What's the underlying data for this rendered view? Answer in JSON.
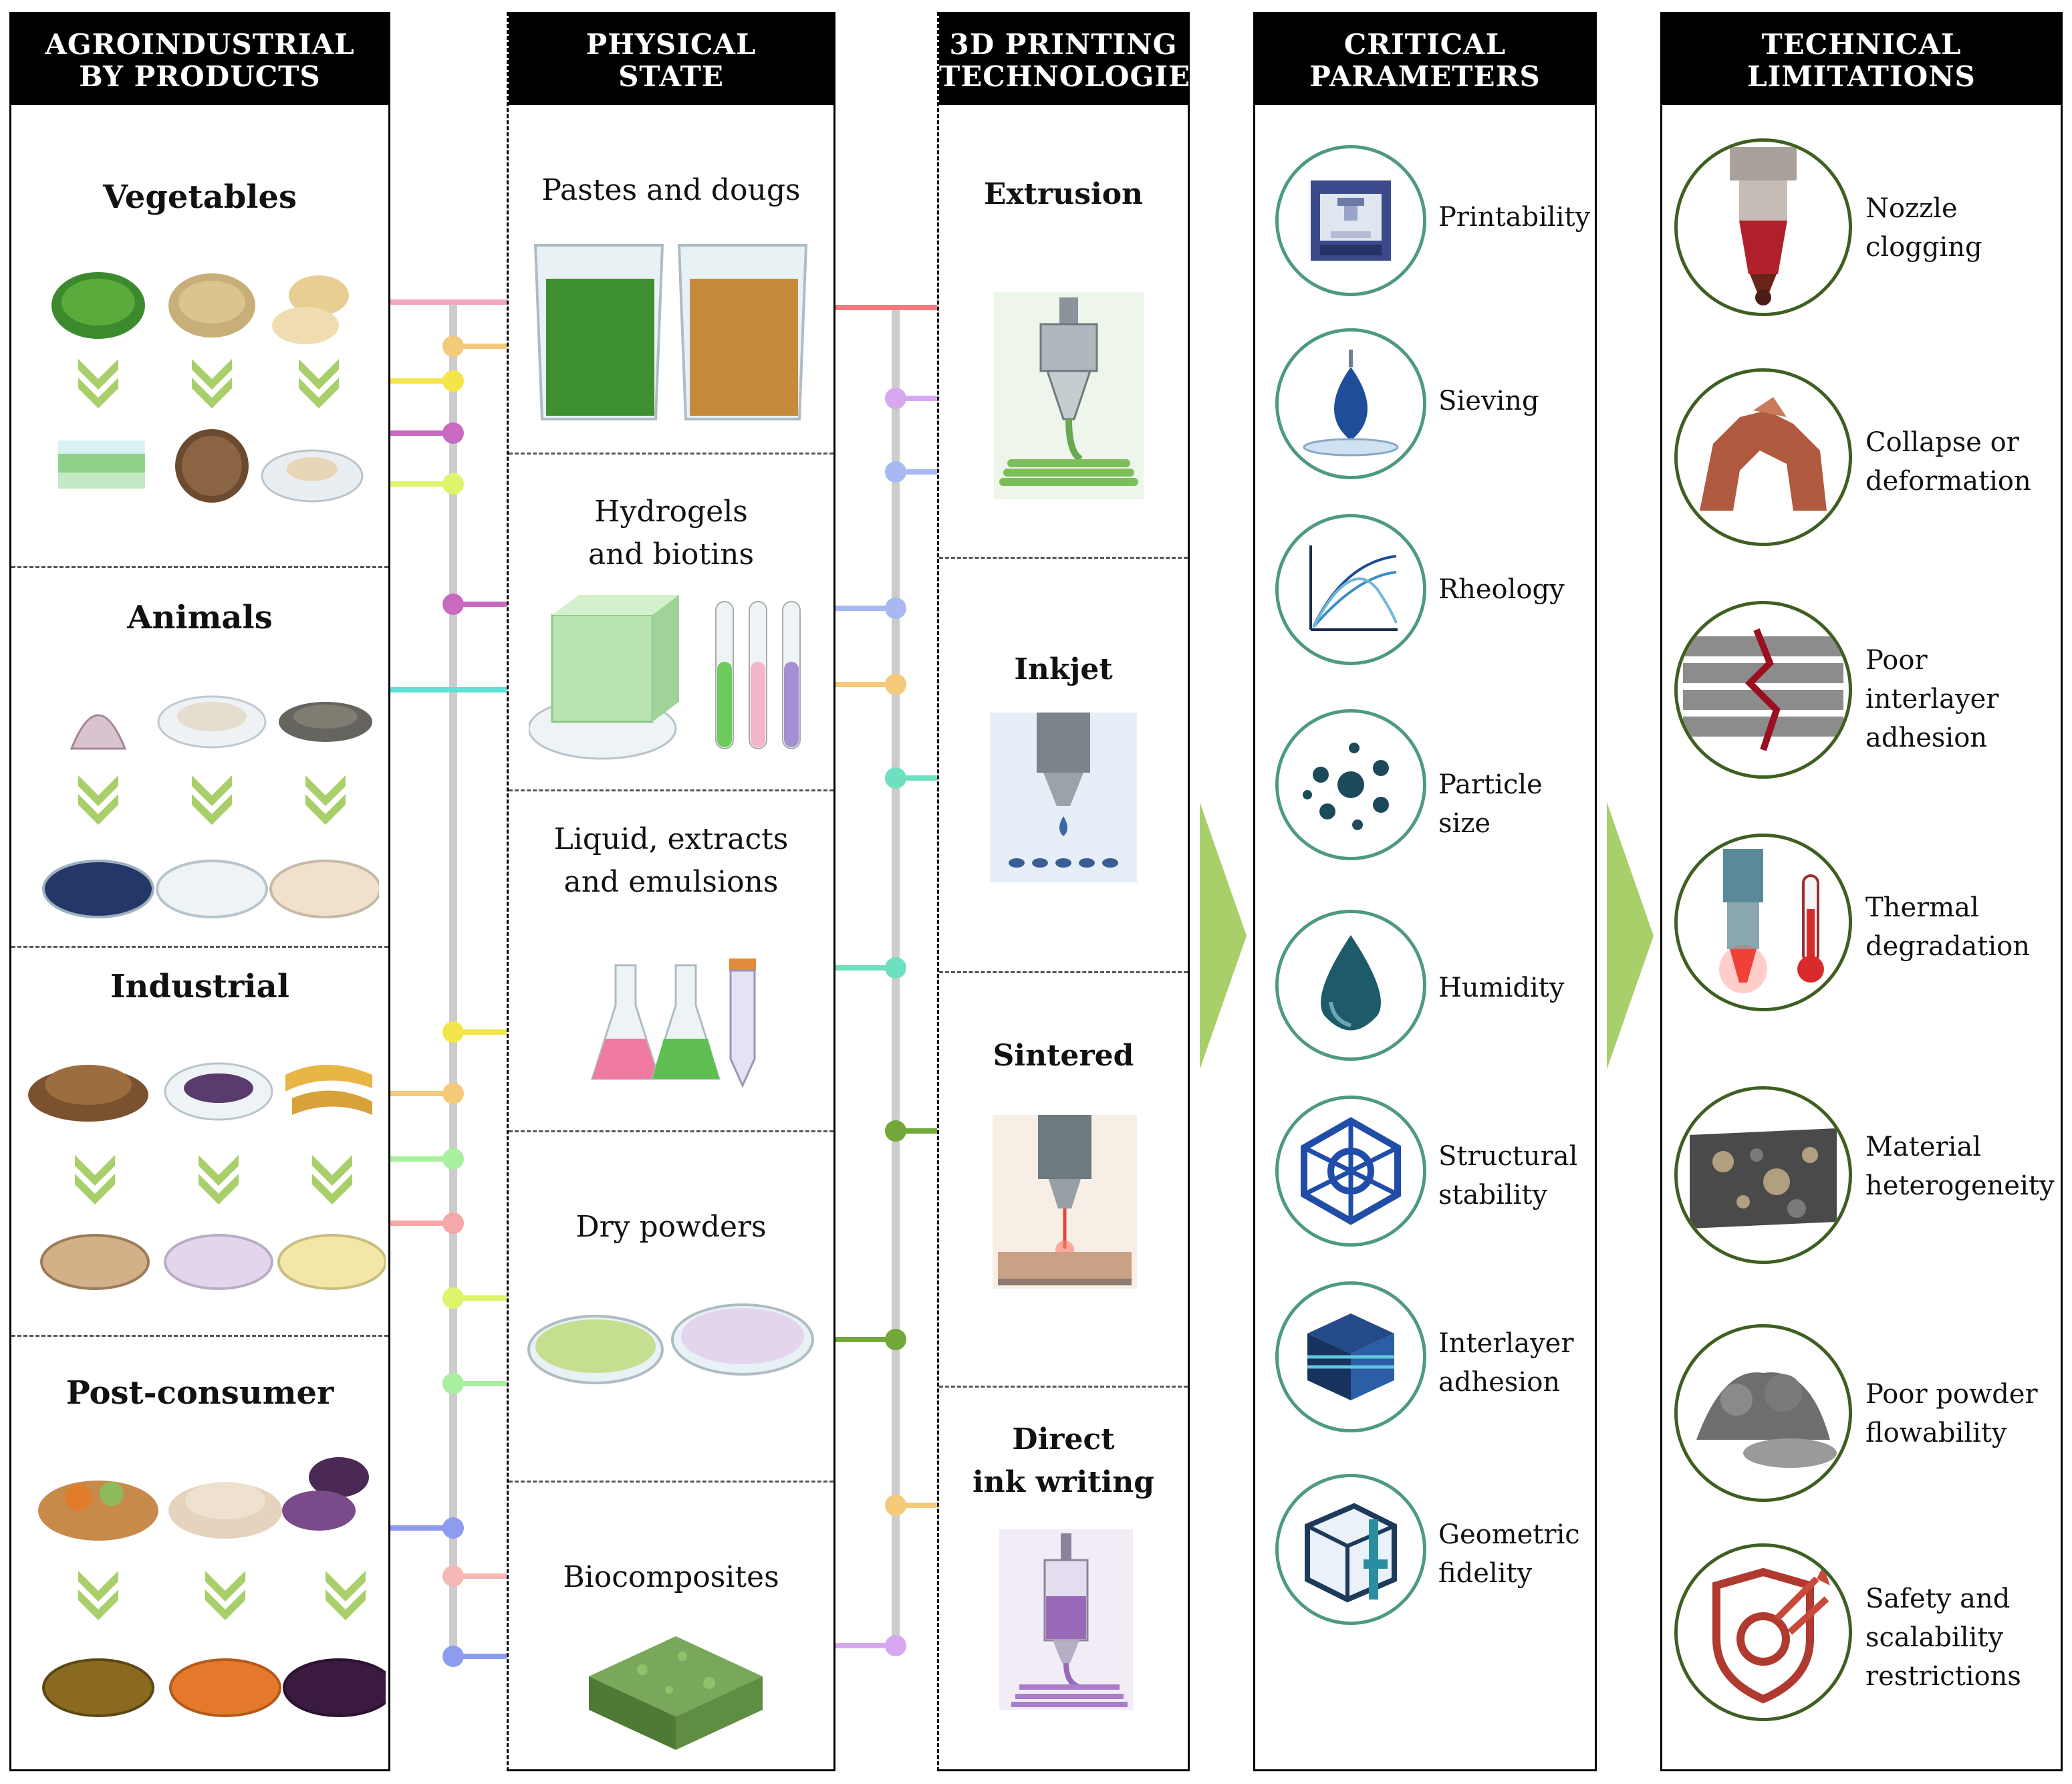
{
  "columns": {
    "agro": {
      "title_line1": "AGROINDUSTRIAL",
      "title_line2": "BY PRODUCTS",
      "sections": [
        "Vegetables",
        "Animals",
        "Industrial",
        "Post-consumer"
      ]
    },
    "physical": {
      "title_line1": "PHYSICAL",
      "title_line2": "STATE",
      "sections": [
        {
          "line1": "Pastes and dougs",
          "line2": ""
        },
        {
          "line1": "Hydrogels",
          "line2": "and biotins"
        },
        {
          "line1": "Liquid, extracts",
          "line2": "and emulsions"
        },
        {
          "line1": "Dry powders",
          "line2": ""
        },
        {
          "line1": "Biocomposites",
          "line2": ""
        }
      ]
    },
    "technologies": {
      "title_line1": "3D PRINTING",
      "title_line2": "TECHNOLOGIES",
      "sections": [
        {
          "line1": "Extrusion",
          "line2": ""
        },
        {
          "line1": "Inkjet",
          "line2": ""
        },
        {
          "line1": "Sintered",
          "line2": ""
        },
        {
          "line1": "Direct",
          "line2": "ink writing"
        }
      ]
    },
    "critical": {
      "title_line1": "CRITICAL",
      "title_line2": "PARAMETERS",
      "items": [
        {
          "line1": "Printability",
          "line2": "",
          "icon": "printer-icon"
        },
        {
          "line1": "Sieving",
          "line2": "",
          "icon": "drop-sieve-icon"
        },
        {
          "line1": "Rheology",
          "line2": "",
          "icon": "rheology-curve-icon"
        },
        {
          "line1": "Particle size",
          "line2": "",
          "icon": "particles-icon"
        },
        {
          "line1": "Humidity",
          "line2": "",
          "icon": "water-drop-icon"
        },
        {
          "line1": "Structural",
          "line2": "stability",
          "icon": "lattice-icon"
        },
        {
          "line1": "Interlayer",
          "line2": "adhesion",
          "icon": "layers-icon"
        },
        {
          "line1": "Geometric",
          "line2": "fidelity",
          "icon": "caliper-cube-icon"
        }
      ]
    },
    "limitations": {
      "title_line1": "TECHNICAL",
      "title_line2": "LIMITATIONS",
      "items": [
        {
          "lines": [
            "Nozzle",
            "clogging"
          ],
          "icon": "clogged-nozzle-icon"
        },
        {
          "lines": [
            "Collapse or",
            "deformation"
          ],
          "icon": "collapsed-structure-icon"
        },
        {
          "lines": [
            "Poor",
            "interlayer",
            "adhesion"
          ],
          "icon": "cracked-layers-icon"
        },
        {
          "lines": [
            "Thermal",
            "degradation"
          ],
          "icon": "thermometer-nozzle-icon"
        },
        {
          "lines": [
            "Material",
            "heterogeneity"
          ],
          "icon": "heterogeneous-block-icon"
        },
        {
          "lines": [
            "Poor powder",
            "flowability"
          ],
          "icon": "powder-pile-icon"
        },
        {
          "lines": [
            "Safety and",
            "scalability",
            "restrictions"
          ],
          "icon": "shield-gear-icon"
        }
      ]
    }
  },
  "colors": {
    "header_bg": "#000000",
    "header_text": "#ffffff",
    "circle_border": "#4e9a7c",
    "arrow_green": "#a8cf6a",
    "trunk_gray": "#cccccc"
  }
}
